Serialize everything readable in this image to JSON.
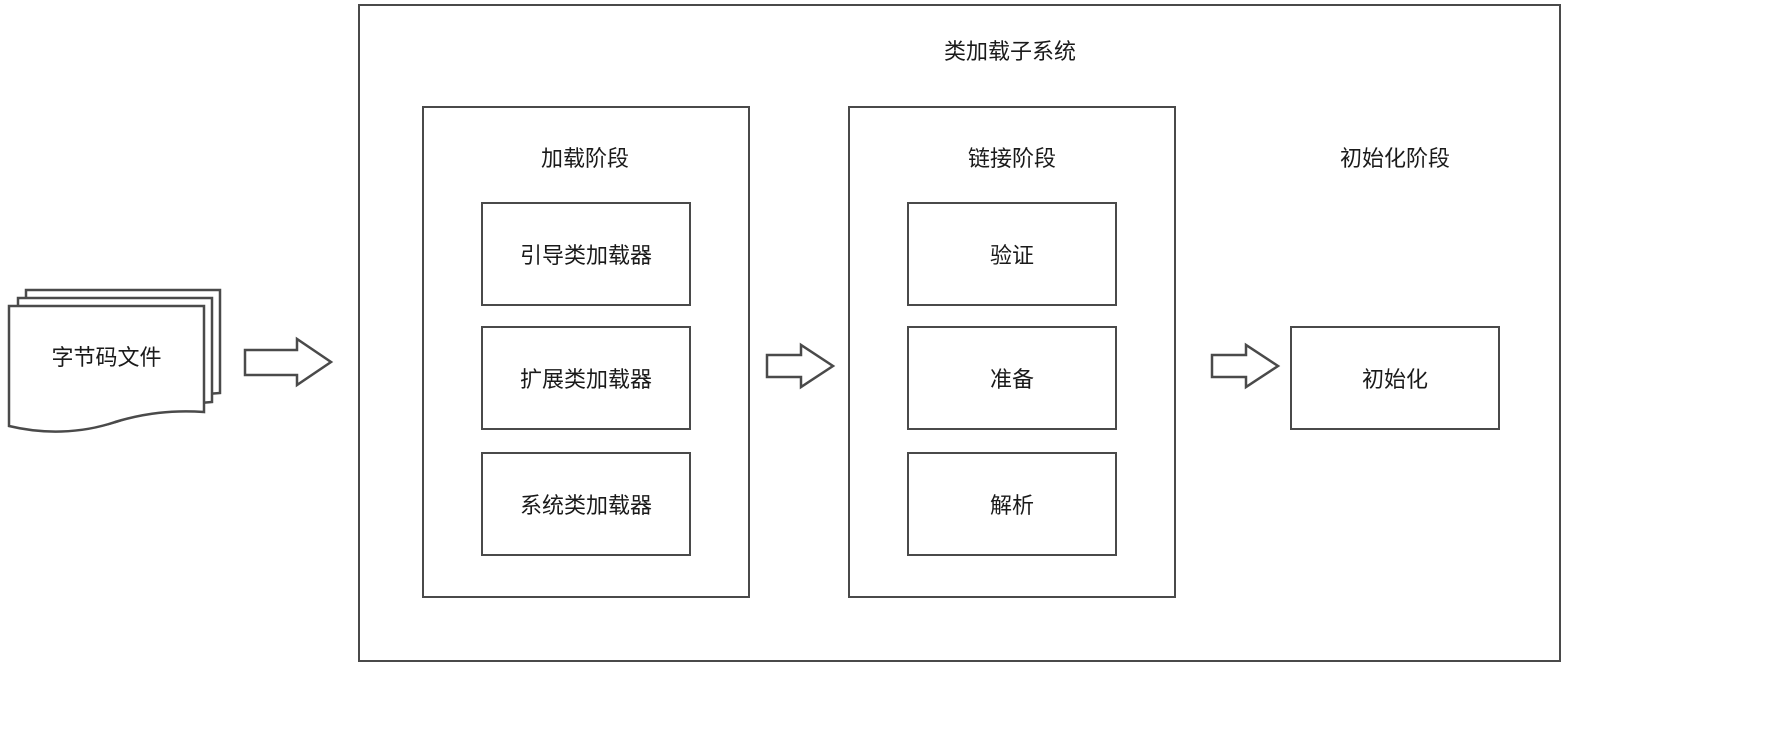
{
  "source_doc": {
    "label": "字节码文件"
  },
  "subsystem": {
    "title": "类加载子系统"
  },
  "loading_stage": {
    "title": "加载阶段",
    "items": [
      "引导类加载器",
      "扩展类加载器",
      "系统类加载器"
    ]
  },
  "linking_stage": {
    "title": "链接阶段",
    "items": [
      "验证",
      "准备",
      "解析"
    ]
  },
  "init_stage": {
    "title": "初始化阶段",
    "items": [
      "初始化"
    ]
  },
  "colors": {
    "stroke": "#4a4a4a",
    "text": "#1a1a1a",
    "background": "#ffffff"
  }
}
